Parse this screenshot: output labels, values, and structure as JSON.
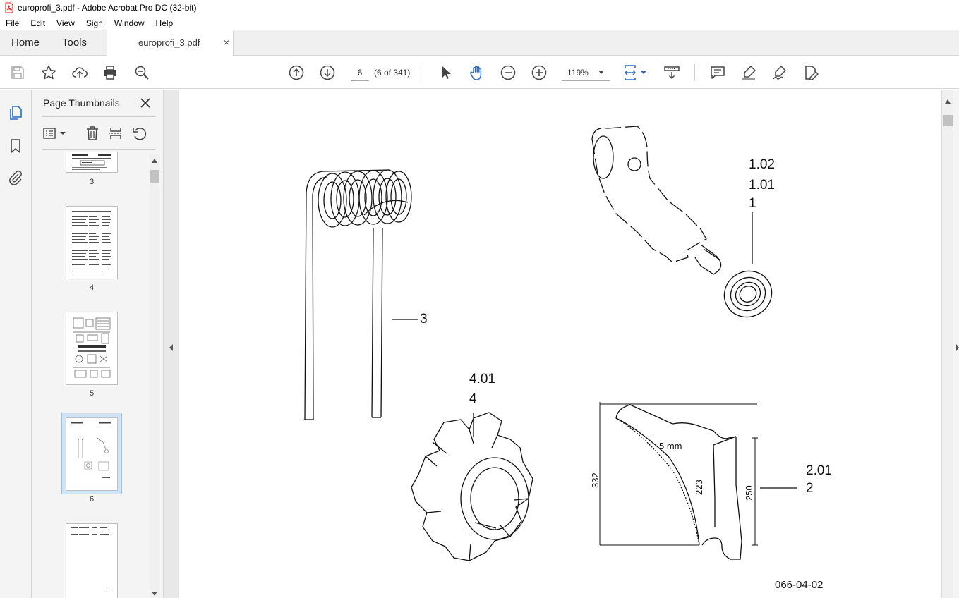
{
  "window": {
    "title": "europrofi_3.pdf - Adobe Acrobat Pro DC (32-bit)"
  },
  "menu": {
    "items": [
      "File",
      "Edit",
      "View",
      "Sign",
      "Window",
      "Help"
    ]
  },
  "tabs": {
    "home": "Home",
    "tools": "Tools",
    "document": "europrofi_3.pdf",
    "close_glyph": "×"
  },
  "toolbar": {
    "page_value": "6",
    "page_count": "(6 of 341)",
    "zoom": "119%"
  },
  "thumbnails": {
    "title": "Page Thumbnails",
    "pages": [
      "3",
      "4",
      "5",
      "6"
    ],
    "selected_page": "6"
  },
  "document": {
    "callouts": {
      "c102": "1.02",
      "c101": "1.01",
      "c1": "1",
      "c3": "3",
      "c401": "4.01",
      "c4": "4",
      "c201": "2.01",
      "c2": "2"
    },
    "dimensions": {
      "d5mm": "5 mm",
      "d332": "332",
      "d223": "223",
      "d250": "250"
    },
    "drawing_number": "066-04-02"
  },
  "colors": {
    "accent_blue": "#2b6cc4",
    "selection": "#cfe4f7",
    "pdf_red": "#d2231f"
  }
}
